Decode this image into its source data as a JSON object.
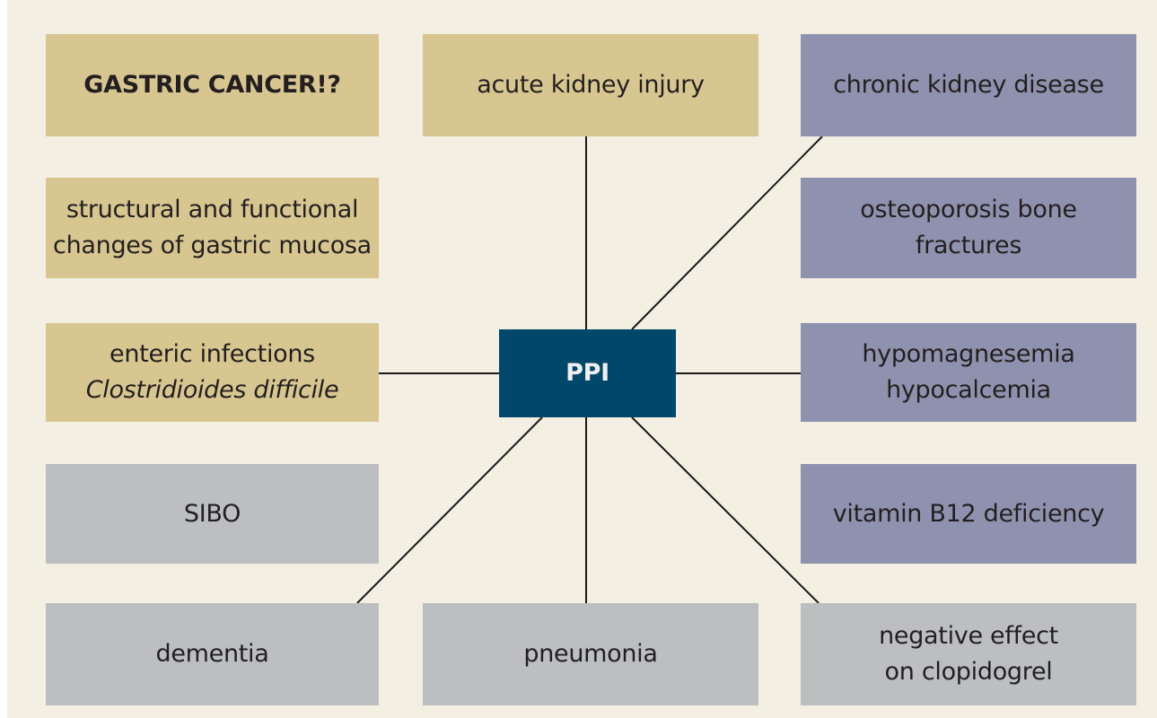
{
  "center": {
    "label": "PPI"
  },
  "nodes": {
    "gastric_cancer": {
      "lines": [
        "GASTRIC CANCER!?"
      ]
    },
    "acute_kidney": {
      "lines": [
        "acute kidney injury"
      ]
    },
    "chronic_kidney": {
      "lines": [
        "chronic kidney disease"
      ]
    },
    "gastric_mucosa": {
      "lines": [
        "structural and functional",
        "changes of gastric mucosa"
      ]
    },
    "osteoporosis": {
      "lines": [
        "osteoporosis bone",
        "fractures"
      ]
    },
    "enteric": {
      "lines": [
        "enteric infections",
        "Clostridioides difficile"
      ]
    },
    "hypomagnesemia": {
      "lines": [
        "hypomagnesemia",
        "hypocalcemia"
      ]
    },
    "sibo": {
      "lines": [
        "SIBO"
      ]
    },
    "vitamin_b12": {
      "lines": [
        "vitamin B12 deficiency"
      ]
    },
    "dementia": {
      "lines": [
        "dementia"
      ]
    },
    "pneumonia": {
      "lines": [
        "pneumonia"
      ]
    },
    "clopidogrel": {
      "lines": [
        "negative effect",
        "on clopidogrel"
      ]
    }
  },
  "colors": {
    "background": "#f3efe3",
    "tan": "#d8c690",
    "slate": "#8f92ae",
    "grey": "#bdbec0",
    "center": "#00476c",
    "line": "#1a1a1a"
  }
}
